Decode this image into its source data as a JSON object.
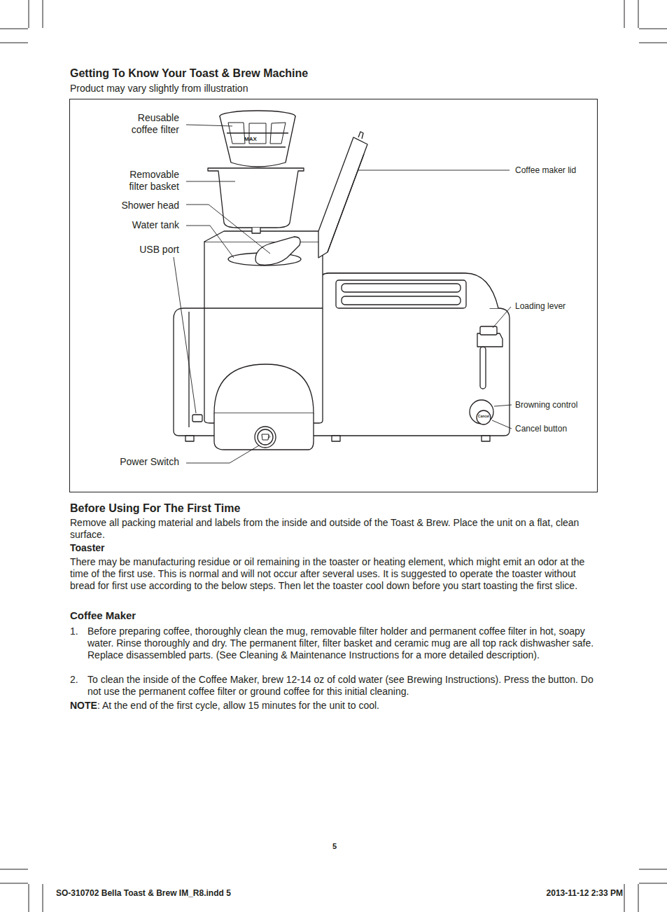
{
  "diagram": {
    "title": "Getting To Know Your Toast & Brew Machine",
    "labels": [
      "Product may vary slightly from illustration",
      "Reusable coffee filter",
      "MAX",
      "Removable filter basket",
      "Shower head",
      "Water tank",
      "USB port",
      "Power Switch",
      "Coffee maker lid",
      "Loading lever",
      "Browning control",
      "Cancel",
      "Cancel button",
      "Before Using For The First Time",
      "Remove all packing material and labels from the inside and outside of the Toast & Brew. Place the unit on a flat, clean surface.",
      "Toaster",
      "There may be manufacturing residue or oil remaining in the toaster or heating element, which might emit an odor at the time of the first use. This is normal and will not occur after several uses. It is suggested to operate the toaster without bread for first use according to the below steps. Then let the toaster cool down before you start toasting the first slice.",
      "Coffee Maker",
      "1.",
      "Before preparing coffee, thoroughly clean the mug, removable filter holder and permanent coffee filter in hot, soapy water. Rinse thoroughly and dry. The permanent filter, filter basket and ceramic mug are all top rack dishwasher safe. Replace disassembled parts. (See Cleaning & Maintenance Instructions for a more detailed description).",
      "2.",
      "To clean the inside of the Coffee Maker, brew 12-14 oz of cold water (see Brewing Instructions). Press the button. Do not use the permanent coffee filter or ground coffee for this initial cleaning.",
      "NOTE",
      ": At the end of the first cycle, allow 15 minutes for the unit to cool.",
      "5",
      "SO-310702 Bella Toast & Brew IM_R8.indd   5",
      "2013-11-12   2:33 PM"
    ]
  }
}
